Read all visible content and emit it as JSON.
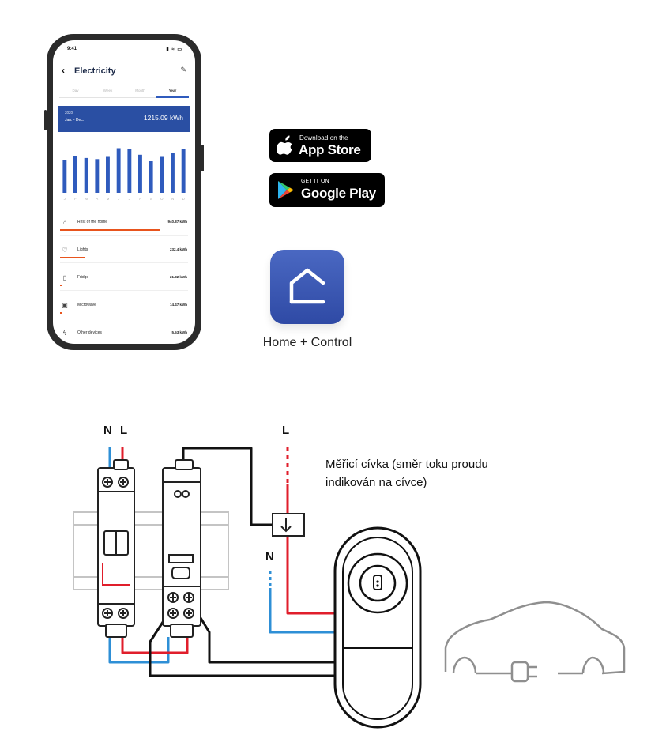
{
  "phone": {
    "status_time": "9:41",
    "status_icons": "▮ ≈ ▭",
    "title": "Electricity",
    "tabs": [
      "Day",
      "Week",
      "Month",
      "Year"
    ],
    "active_tab": "Year",
    "banner": {
      "year": "2020",
      "range": "Jan. - Dec.",
      "total": "1215.09 kWh"
    },
    "chart_data": {
      "type": "bar",
      "categories": [
        "J",
        "F",
        "M",
        "A",
        "M",
        "J",
        "J",
        "A",
        "S",
        "O",
        "N",
        "D"
      ],
      "values": [
        60,
        68,
        64,
        62,
        66,
        82,
        80,
        70,
        58,
        66,
        74,
        80
      ],
      "bar_color": "#2f5bbd"
    },
    "consumers": [
      {
        "icon": "home-icon",
        "label": "Rest of the home",
        "value": "940.87 kWh",
        "fraction": 0.78
      },
      {
        "icon": "bulb-icon",
        "label": "Lights",
        "value": "232.4 kWh",
        "fraction": 0.19
      },
      {
        "icon": "fridge-icon",
        "label": "Fridge",
        "value": "21.82 kWh",
        "fraction": 0.02
      },
      {
        "icon": "microwave-icon",
        "label": "Microwave",
        "value": "14.47 kWh",
        "fraction": 0.012
      },
      {
        "icon": "bolt-icon",
        "label": "Other devices",
        "value": "5.53 kWh",
        "fraction": 0.005
      }
    ],
    "accent_color": "#e8541d"
  },
  "badges": {
    "app_store": {
      "small": "Download on the",
      "big": "App Store"
    },
    "google_play": {
      "small": "GET IT ON",
      "big": "Google Play"
    }
  },
  "app": {
    "name": "Home + Control",
    "icon": "home-outline-icon",
    "color": "#3b57b4"
  },
  "diagram": {
    "n_label": "N",
    "l_label": "L",
    "l_label_feed": "L",
    "n_label_feed": "N",
    "coil_note_line1": "Měřicí cívka (směr toku proudu",
    "coil_note_line2": "indikován na cívce)",
    "wire_colors": {
      "live": "#e01e2b",
      "neutral": "#2e8fd6",
      "control": "#111111"
    }
  }
}
